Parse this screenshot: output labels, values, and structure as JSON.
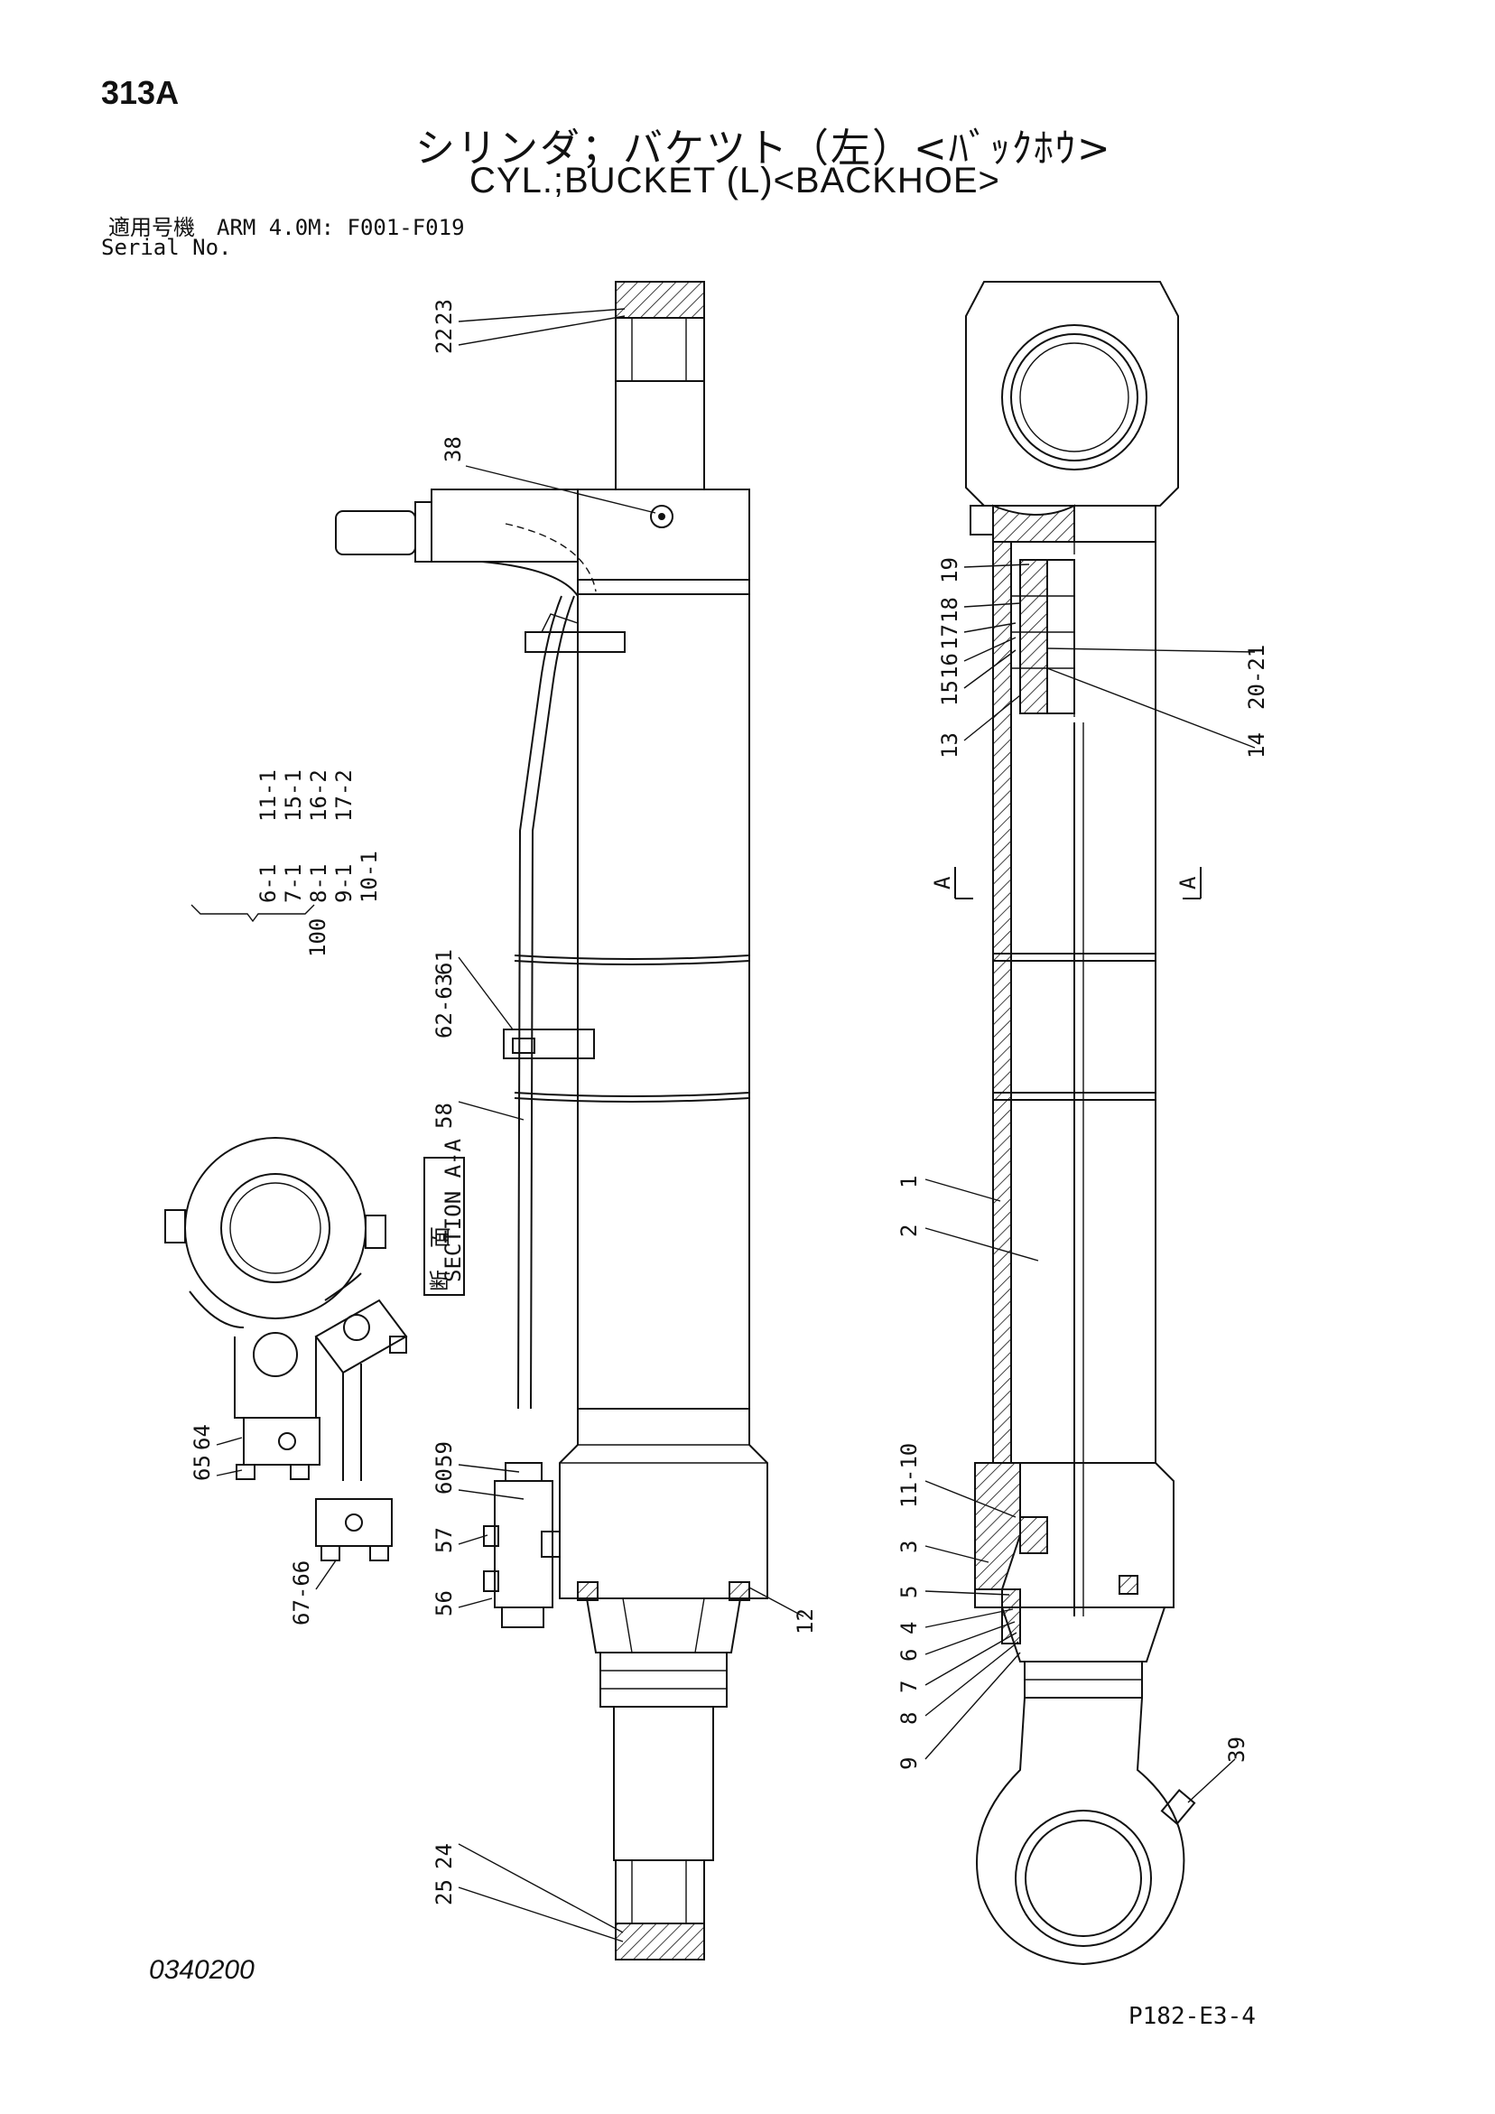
{
  "header": {
    "page_code": "313A",
    "title_jp": "シリンダ；バケツト（左）<ﾊﾞｯｸﾎｳ>",
    "title_en": "CYL.;BUCKET (L)<BACKHOE>",
    "serial_jp": "適用号機　ARM 4.0M: F001-F019",
    "serial_en": "Serial No."
  },
  "section": {
    "label_jp": "断　面",
    "label_en": "SECTION A-A",
    "arrow_left": "A",
    "arrow_right": "A"
  },
  "kit": {
    "number": "100",
    "col1": [
      "6-1",
      "7-1",
      "8-1",
      "9-1",
      "10-1"
    ],
    "col2": [
      "11-1",
      "15-1",
      "16-2",
      "17-2"
    ]
  },
  "callouts": {
    "p22": "22",
    "p23": "23",
    "p38": "38",
    "p62_63": "62-63",
    "p61": "61",
    "p58": "58",
    "p60": "60",
    "p59": "59",
    "p57": "57",
    "p56": "56",
    "p12": "12",
    "p24": "24",
    "p25": "25",
    "p65": "65",
    "p64": "64",
    "p67_66": "67-66",
    "p19": "19",
    "p18": "18",
    "p17": "17",
    "p16": "16",
    "p15": "15",
    "p13": "13",
    "p20_21": "20-21",
    "p14": "14",
    "p1": "1",
    "p2": "2",
    "p11_10": "11-10",
    "p3": "3",
    "p5": "5",
    "p4": "4",
    "p6": "6",
    "p7": "7",
    "p8": "8",
    "p9": "9",
    "p39": "39"
  },
  "footer": {
    "doc_number": "0340200",
    "page_ref": "P182-E3-4"
  }
}
